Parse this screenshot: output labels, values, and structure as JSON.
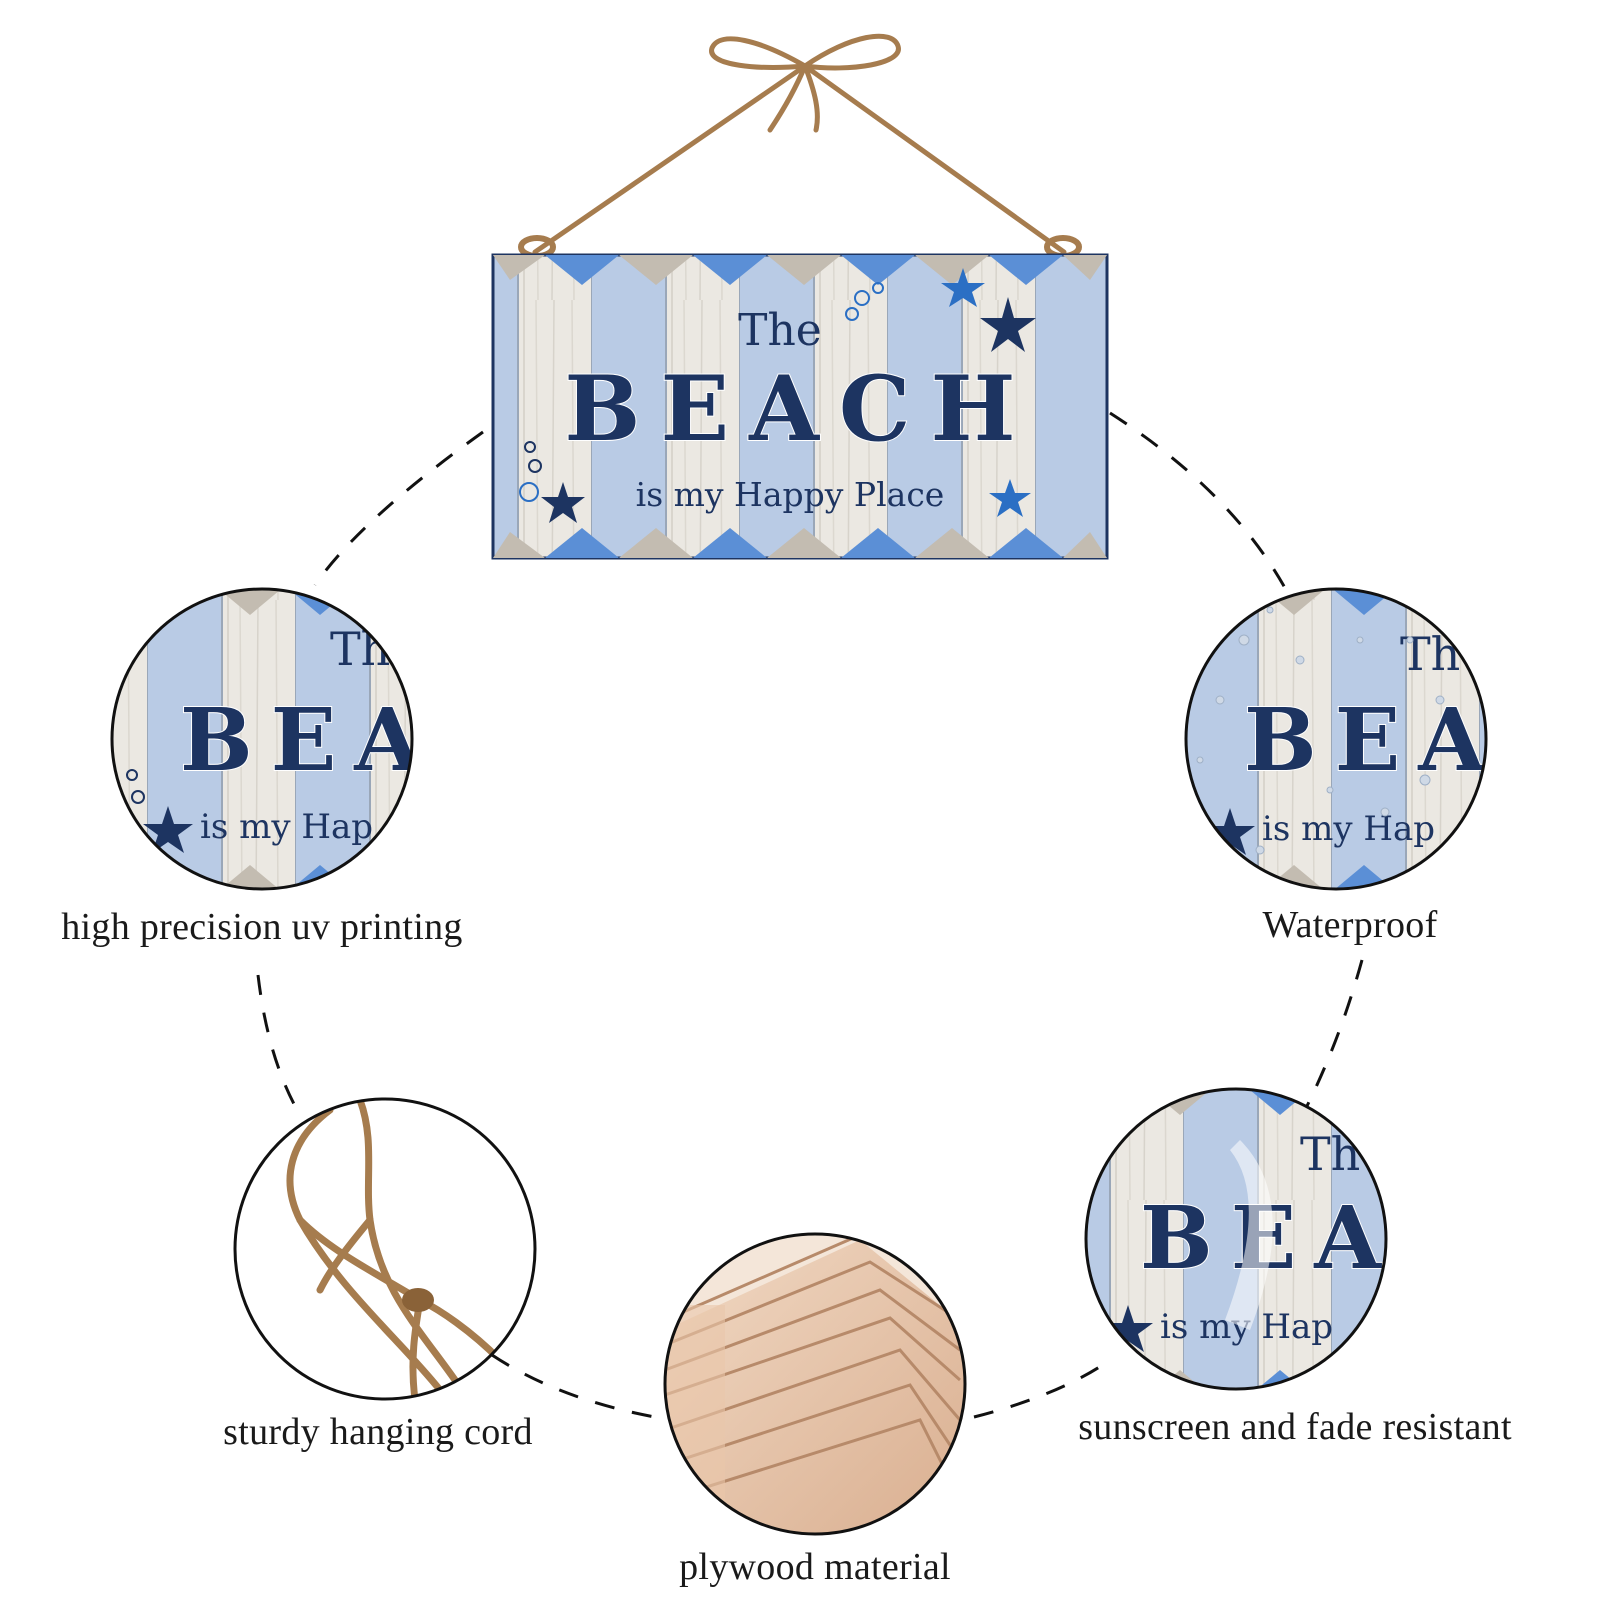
{
  "sign": {
    "line_top": "The",
    "line_main": "BEACH",
    "line_bottom": "is my Happy Place"
  },
  "zooms": {
    "printing": {
      "text_top": "Th",
      "text_main": "BEA",
      "text_bottom": "is my Hap"
    },
    "waterproof": {
      "text_top": "Th",
      "text_main": "BEA",
      "text_bottom": "is my Hap"
    },
    "sunscreen": {
      "text_top": "Th",
      "text_main": "BEA",
      "text_bottom": "is my Hap"
    }
  },
  "features": {
    "printing": "high precision uv printing",
    "waterproof": "Waterproof",
    "cord": "sturdy hanging cord",
    "plywood": "plywood material",
    "sunscreen": "sunscreen and fade resistant"
  },
  "colors": {
    "navy": "#1d3461",
    "light_blue": "#b8cbe6",
    "mid_blue": "#5b8fd6",
    "bright_blue": "#2b6fc4",
    "wood_white": "#ece9e3",
    "taupe": "#c3bcb1",
    "twine": "#a67c4e"
  }
}
